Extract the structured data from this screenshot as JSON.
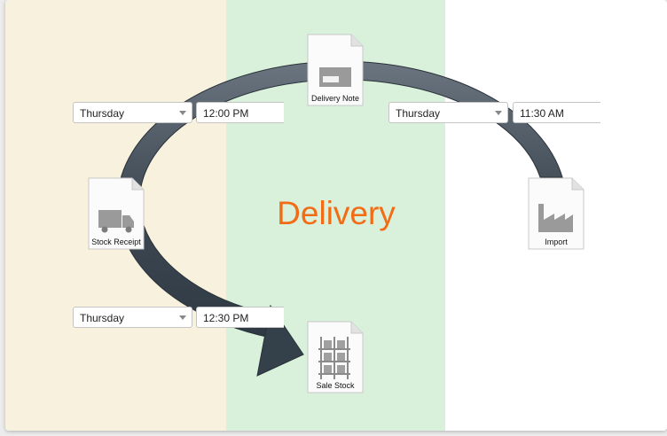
{
  "title": "Delivery",
  "documents": {
    "delivery_note": "Delivery Note",
    "stock_receipt": "Stock Receipt",
    "import": "Import",
    "sale_stock": "Sale Stock"
  },
  "schedule": {
    "top_left": {
      "day": "Thursday",
      "time": "12:00 PM"
    },
    "top_right": {
      "day": "Thursday",
      "time": "11:30 AM"
    },
    "bottom_left": {
      "day": "Thursday",
      "time": "12:30 PM"
    }
  },
  "colors": {
    "band_left": "#f7f1dd",
    "band_middle": "#d9f0da",
    "band_right": "#ffffff",
    "title": "#f26c16",
    "arrow": "#4a5560"
  },
  "icons": {
    "delivery_note": "envelope-icon",
    "stock_receipt": "truck-icon",
    "import": "factory-icon",
    "sale_stock": "shelves-icon"
  }
}
